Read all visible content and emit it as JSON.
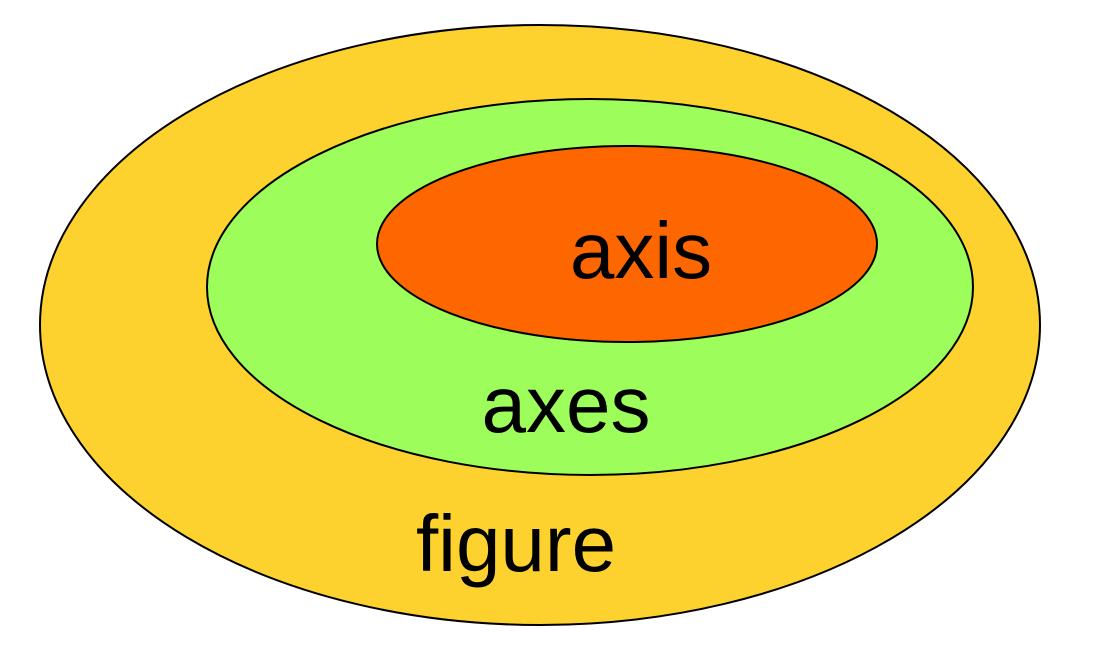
{
  "diagram": {
    "outer": {
      "label": "figure",
      "fill": "#FDD22E"
    },
    "middle": {
      "label": "axes",
      "fill": "#9DFD5A"
    },
    "inner": {
      "label": "axis",
      "fill": "#FE6600"
    },
    "stroke": "#000000"
  }
}
